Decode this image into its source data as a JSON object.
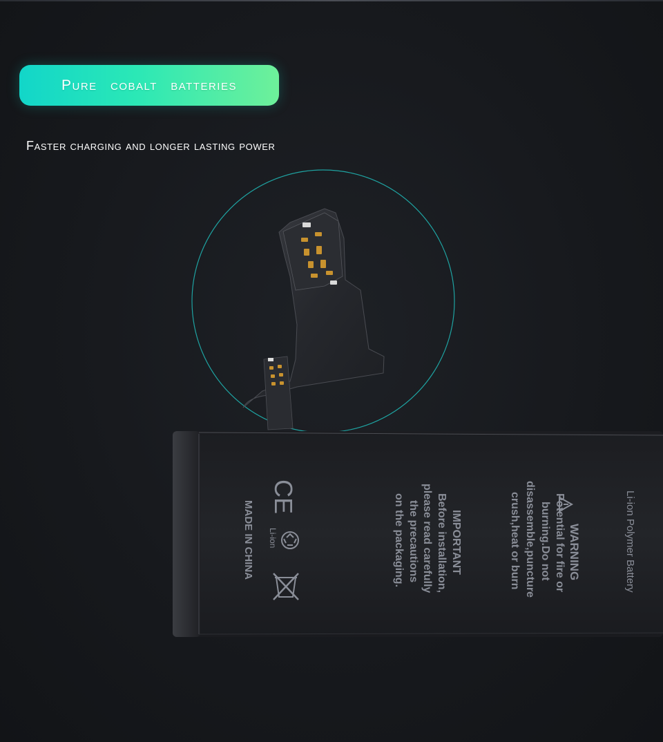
{
  "header": {
    "badge_text": "Pure cobalt batteries",
    "subtitle": "Faster charging and longer lasting power"
  },
  "battery_label": {
    "type": "Li-ion Polymer Battery",
    "warning_title": "WARNING",
    "warning_lines": [
      "Potential for fire or",
      "burning.Do not",
      "disassemble,puncture",
      "crush,heat or burn"
    ],
    "important_title": "IMPORTANT",
    "important_lines": [
      "Before installation,",
      "please read carefully",
      "the precautions",
      "on the packaging."
    ],
    "ce_mark": "CE",
    "recycle_text": "Li-ion",
    "origin": "MADE IN CHINA"
  },
  "icons": {
    "warning": "warning-triangle-icon",
    "recycle": "recycle-icon",
    "weee": "crossed-bin-icon"
  },
  "colors": {
    "accent_start": "#12d6c9",
    "accent_end": "#6ef09a",
    "background": "#17191d",
    "circle": "#1fb3b0"
  }
}
